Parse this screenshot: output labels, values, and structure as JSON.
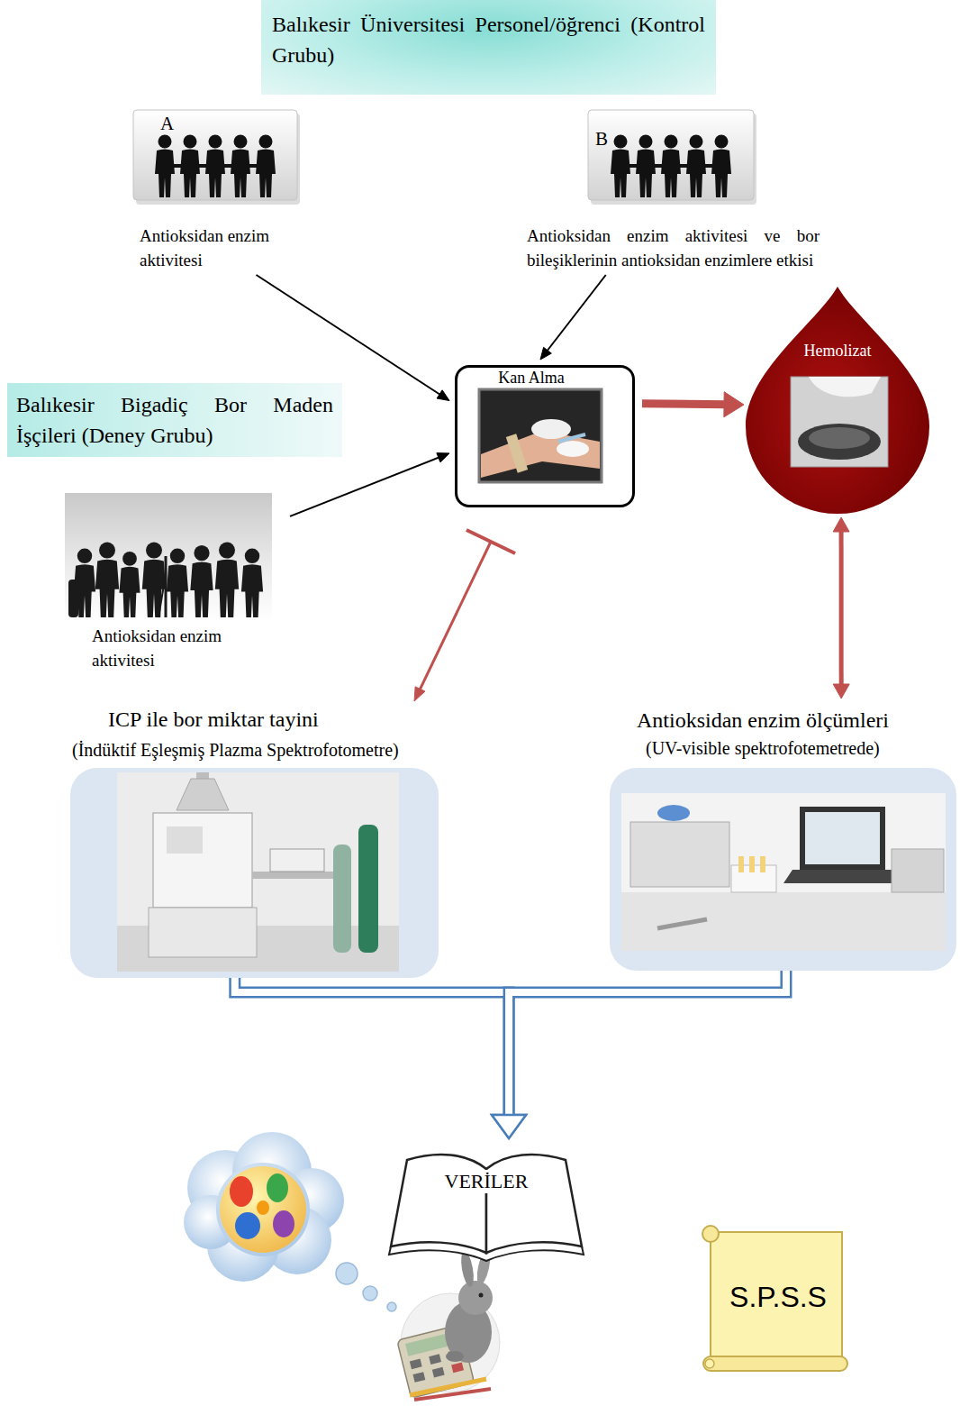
{
  "diagram": {
    "nodes": [
      {
        "text": [
          "Balıkesir Üniversitesi Personel/öğrenci (Kontrol Grubu)"
        ]
      },
      {
        "text": [
          "A",
          "Antioksidan enzim aktivitesi"
        ]
      },
      {
        "text": [
          "B",
          "Antioksidan enzim aktivitesi ve bor bileşiklerinin antioksidan enzimlere etkisi"
        ]
      },
      {
        "text": [
          "Balıkesir Bigadiç Bor Maden İşçileri (Deney Grubu)"
        ]
      },
      {
        "text": [
          "Antioksidan enzim aktivitesi"
        ]
      },
      {
        "text": [
          "Kan Alma"
        ]
      },
      {
        "text": [
          "Hemolizat"
        ]
      },
      {
        "text": [
          "ICP ile bor miktar tayini",
          "(İndüktif Eşleşmiş Plazma Spektrofotometre)"
        ]
      },
      {
        "text": [
          "Antioksidan enzim ölçümleri",
          "(UV-visible spektrofotemetrede)"
        ]
      },
      {
        "text": [
          "VERİLER"
        ]
      },
      {
        "text": [
          "S.P.S.S"
        ]
      }
    ],
    "edges": [
      {
        "from": 1,
        "to": 5,
        "arrow": "to"
      },
      {
        "from": 2,
        "to": 5,
        "arrow": "to"
      },
      {
        "from": 4,
        "to": 5,
        "arrow": "to"
      },
      {
        "from": 5,
        "to": 6,
        "arrow": "to"
      },
      {
        "from": 6,
        "to": 8,
        "arrow": "both"
      },
      {
        "from": 5,
        "to": 7,
        "arrow": "to"
      },
      {
        "from": 7,
        "to": 9,
        "arrow": "to"
      },
      {
        "from": 8,
        "to": 9,
        "arrow": "to"
      }
    ]
  }
}
